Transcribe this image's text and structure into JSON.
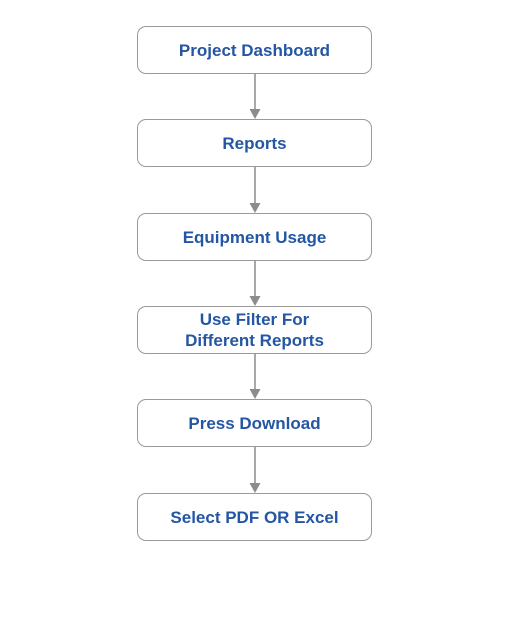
{
  "flowchart": {
    "steps": [
      {
        "label": "Project Dashboard"
      },
      {
        "label": "Reports"
      },
      {
        "label": "Equipment Usage"
      },
      {
        "label": "Use Filter For\nDifferent Reports"
      },
      {
        "label": "Press Download"
      },
      {
        "label": "Select PDF OR Excel"
      }
    ],
    "colors": {
      "text": "#2456a4",
      "border": "#9a9a9a",
      "connector": "#8c8c8c",
      "background": "#ffffff"
    }
  }
}
